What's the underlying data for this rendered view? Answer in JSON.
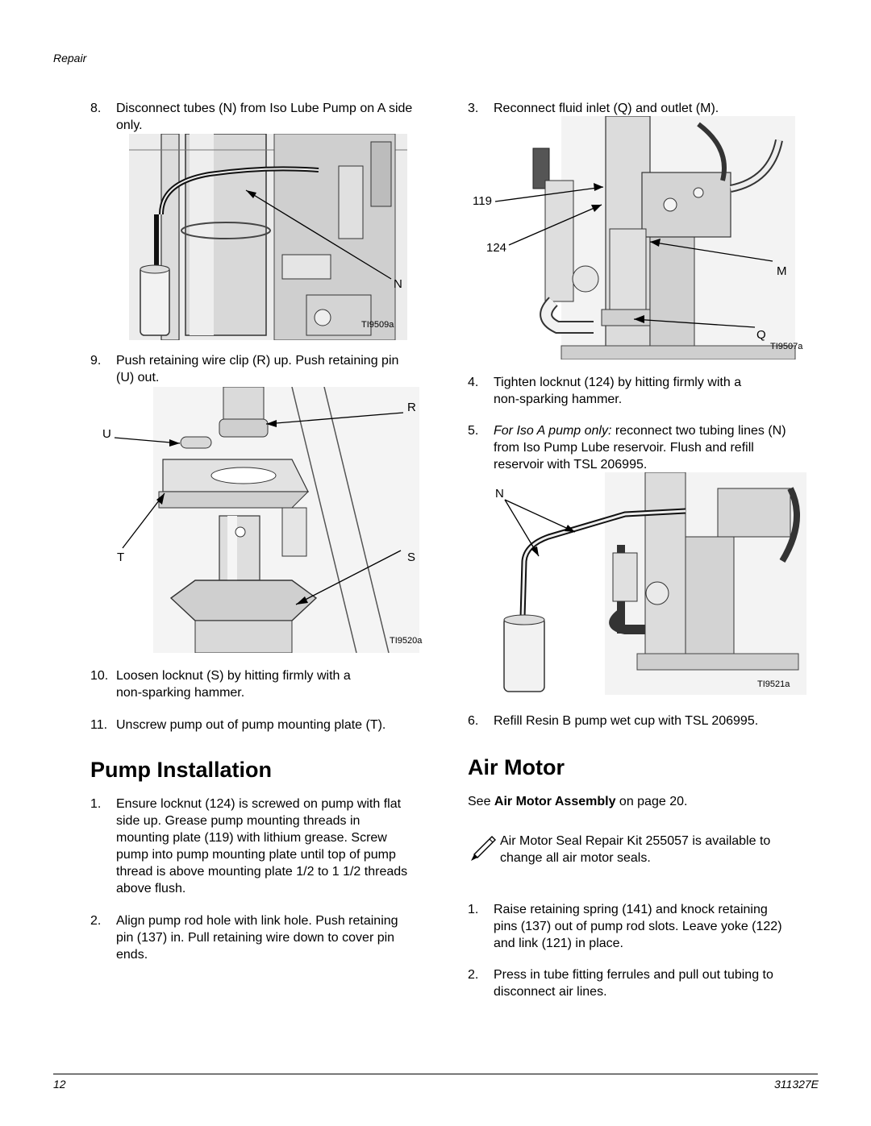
{
  "header": {
    "section": "Repair"
  },
  "footer": {
    "page": "12",
    "doc": "311327E"
  },
  "left": {
    "steps_a": [
      {
        "num": "8.",
        "lines": [
          "Disconnect tubes (N) from Iso Lube Pump on A side",
          "only."
        ]
      },
      {
        "num": "9.",
        "lines": [
          "Push retaining wire clip (R) up. Push retaining pin",
          "(U) out."
        ]
      },
      {
        "num": "10.",
        "lines": [
          "Loosen locknut (S) by hitting firmly with a",
          "non-sparking hammer."
        ]
      },
      {
        "num": "11.",
        "lines": [
          "Unscrew pump out of pump mounting plate (T)."
        ]
      }
    ],
    "fig1": {
      "callout_n": "N",
      "tag": "TI9509a"
    },
    "fig2": {
      "callout_r": "R",
      "callout_u": "U",
      "callout_t": "T",
      "callout_s": "S",
      "tag": "TI9520a"
    },
    "heading": "Pump Installation",
    "steps_b": [
      {
        "num": "1.",
        "lines": [
          "Ensure locknut (124) is screwed on pump with flat",
          "side up. Grease pump mounting threads in",
          "mounting plate (119) with lithium grease. Screw",
          "pump into pump mounting plate until top of pump",
          "thread is above mounting plate 1/2 to 1 1/2 threads",
          "above flush."
        ]
      },
      {
        "num": "2.",
        "lines": [
          "Align pump rod hole with link hole. Push retaining",
          "pin (137) in. Pull retaining wire down to cover pin",
          "ends."
        ]
      }
    ]
  },
  "right": {
    "step3": {
      "num": "3.",
      "text": "Reconnect fluid inlet (Q) and outlet (M)."
    },
    "fig3": {
      "callout_119": "119",
      "callout_124": "124",
      "callout_m": "M",
      "callout_q": "Q",
      "tag": "TI9507a"
    },
    "step4": {
      "num": "4.",
      "lines": [
        "Tighten locknut (124) by hitting firmly with a",
        "non-sparking hammer."
      ]
    },
    "step5": {
      "num": "5.",
      "italic": "For Iso A pump only:",
      "line1_rest": " reconnect two tubing lines (N)",
      "lines": [
        "from Iso Pump Lube reservoir. Flush and refill",
        "reservoir with TSL 206995."
      ]
    },
    "fig4": {
      "callout_n": "N",
      "tag": "TI9521a"
    },
    "step6": {
      "num": "6.",
      "text": "Refill Resin B pump wet cup with TSL 206995."
    },
    "heading": "Air Motor",
    "see_prefix": "See ",
    "see_bold": "Air Motor Assembly",
    "see_suffix": " on page 20.",
    "note_lines": [
      "Air Motor Seal Repair Kit 255057 is available to",
      "change all air motor seals."
    ],
    "steps_c": [
      {
        "num": "1.",
        "lines": [
          "Raise retaining spring (141) and knock retaining",
          "pins (137) out of pump rod slots. Leave yoke (122)",
          "and link (121) in place."
        ]
      },
      {
        "num": "2.",
        "lines": [
          "Press in tube fitting ferrules and pull out tubing to",
          "disconnect air lines."
        ]
      }
    ]
  }
}
